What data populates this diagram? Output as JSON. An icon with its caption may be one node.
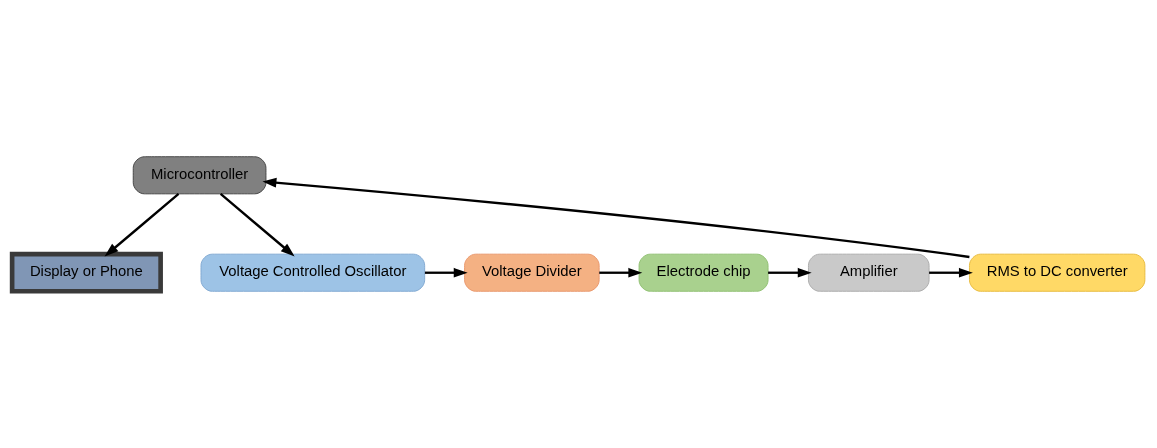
{
  "diagram": {
    "nodes": [
      {
        "text": [
          "Display or Phone"
        ]
      },
      {
        "text": [
          "Microcontroller"
        ]
      },
      {
        "text": [
          "Voltage Controlled Oscillator"
        ]
      },
      {
        "text": [
          "Voltage Divider"
        ]
      },
      {
        "text": [
          "Electrode chip"
        ]
      },
      {
        "text": [
          "Amplifier"
        ]
      },
      {
        "text": [
          "RMS to DC converter"
        ]
      }
    ],
    "edges": [
      {
        "from": 1,
        "to": 0,
        "arrow": "to"
      },
      {
        "from": 1,
        "to": 2,
        "arrow": "to"
      },
      {
        "from": 2,
        "to": 3,
        "arrow": "to"
      },
      {
        "from": 3,
        "to": 4,
        "arrow": "to"
      },
      {
        "from": 4,
        "to": 5,
        "arrow": "to"
      },
      {
        "from": 5,
        "to": 6,
        "arrow": "to"
      },
      {
        "from": 6,
        "to": 1,
        "arrow": "to"
      }
    ]
  }
}
